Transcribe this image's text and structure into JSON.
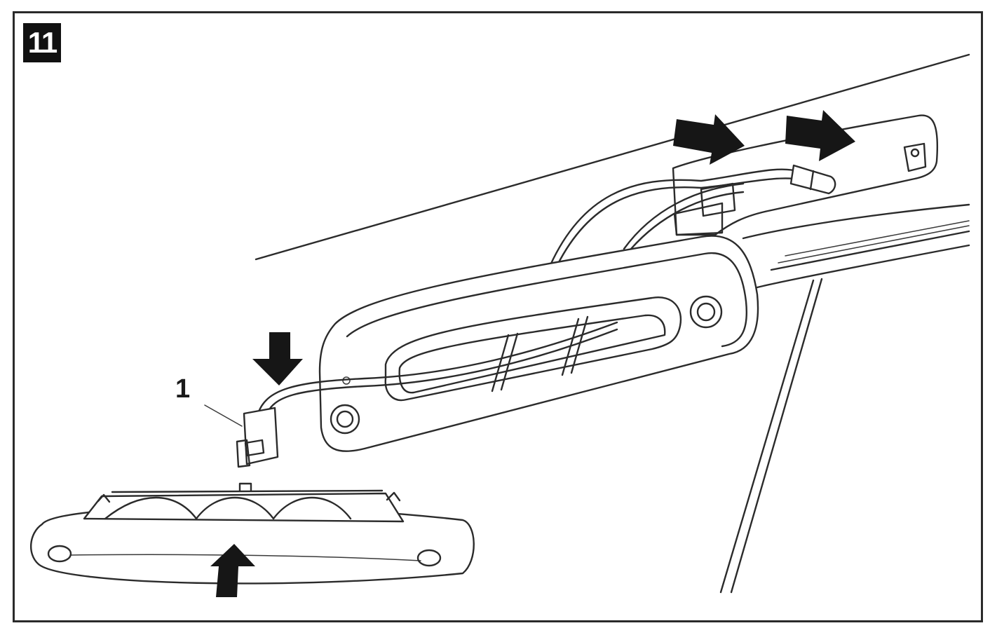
{
  "figure": {
    "step_number": "11",
    "callouts": [
      {
        "id": "1",
        "label": "1"
      }
    ],
    "arrows": [
      {
        "name": "push-arrow-top-left",
        "direction": "right-down"
      },
      {
        "name": "push-arrow-top-right",
        "direction": "right-down"
      },
      {
        "name": "connector-arrow",
        "direction": "down"
      },
      {
        "name": "lamp-install-arrow",
        "direction": "up"
      }
    ],
    "colors": {
      "line": "#2b2b2b",
      "arrow": "#161616",
      "badge": "#111111",
      "background": "#ffffff"
    }
  }
}
